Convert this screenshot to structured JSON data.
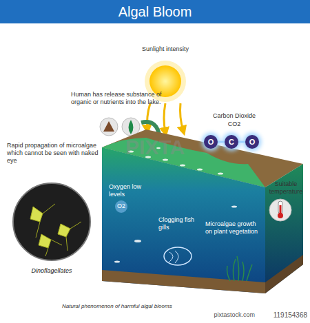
{
  "diagram": {
    "title": "Algal Bloom",
    "caption": "Natural phenomenon of harmful algal blooms",
    "nodes": [
      {
        "text": [
          "O"
        ]
      },
      {
        "text": [
          "C"
        ]
      },
      {
        "text": [
          "O"
        ]
      }
    ],
    "edges": [
      {
        "from": 0,
        "to": 1,
        "arrow": "none"
      },
      {
        "from": 1,
        "to": 2,
        "arrow": "none"
      }
    ],
    "labels": [
      "Sunlight intensity",
      "Human has release substance of organic or nutrients into the lake.",
      "Carbon Dioxide",
      "CO2",
      "Rapid propagation of microalgae which cannot be seen with naked eye",
      "Dinoflagellates",
      "Oxygen low levels",
      "O2",
      "Clogging fish gills",
      "Microalgae growth on plant vegetation",
      "Suitable temperature",
      "PIXTA",
      "pixtastock.com",
      "119154368"
    ]
  }
}
